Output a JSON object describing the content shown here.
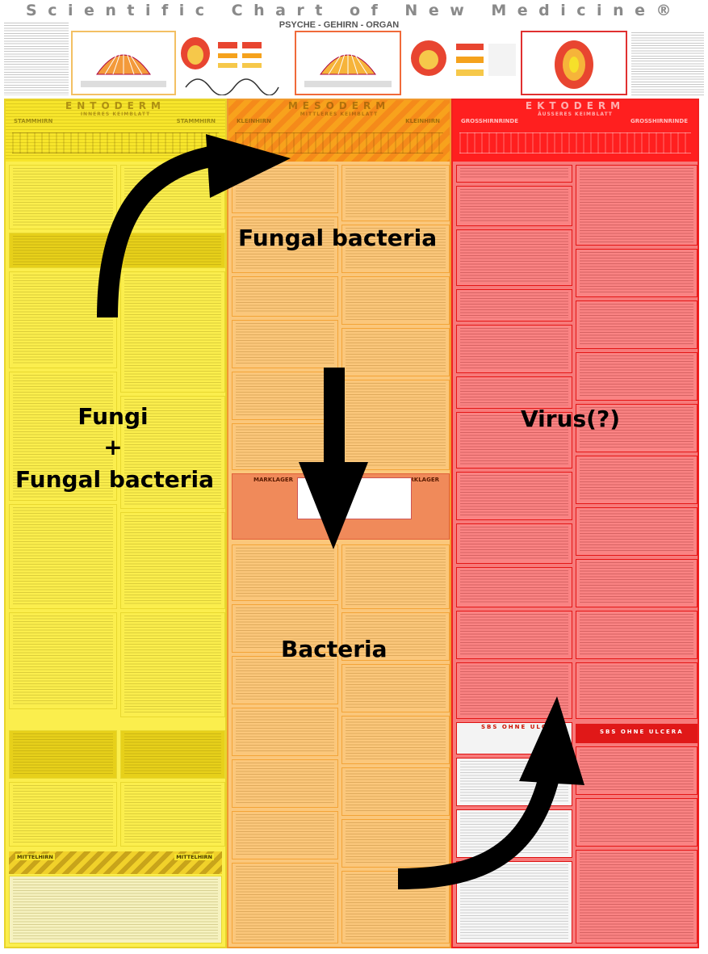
{
  "header": {
    "title": "Scientific Chart of New Medicine®",
    "subtitle": "PSYCHE - GEHIRN - ORGAN"
  },
  "columns": {
    "entoderm": {
      "name": "ENTODERM",
      "sublabel": "INNERES KEIMBLATT",
      "brain_left": "STAMMHIRN",
      "brain_right": "STAMMHIRN",
      "section_left": "MITTELHIRN",
      "section_right": "MITTELHIRN",
      "fill": "#fbee4d"
    },
    "mesoderm": {
      "name": "MESODERM",
      "sublabel": "MITTLERES KEIMBLATT",
      "brain_left": "KLEINHIRN",
      "brain_right": "KLEINHIRN",
      "box_left": "MARKLAGER",
      "box_right": "MARKLAGER",
      "fill": "#fbc77b"
    },
    "ektoderm": {
      "name": "EKTODERM",
      "sublabel": "ÄUSSERES KEIMBLATT",
      "brain_left": "GROSSHIRNRINDE",
      "brain_right": "GROSSHIRNRINDE",
      "sbs_left": "SBS OHNE ULCERA",
      "sbs_right": "SBS OHNE ULCERA",
      "fill": "#f77a7a"
    }
  },
  "annotations": {
    "fungal_bacteria": "Fungal bacteria",
    "fungi_line1": "Fungi",
    "fungi_line2": "+",
    "fungi_line3": "Fungal bacteria",
    "bacteria": "Bacteria",
    "virus": "Virus(?)"
  },
  "arrows": [
    {
      "name": "arrow-entoderm-to-mesoderm",
      "direction": "up-right"
    },
    {
      "name": "arrow-mesoderm-down",
      "direction": "down"
    },
    {
      "name": "arrow-mesoderm-to-ektoderm",
      "direction": "right-up"
    }
  ],
  "colors": {
    "entoderm": "#fbee4d",
    "mesoderm": "#fbc77b",
    "ektoderm": "#f77a7a",
    "arrow": "#000000"
  }
}
